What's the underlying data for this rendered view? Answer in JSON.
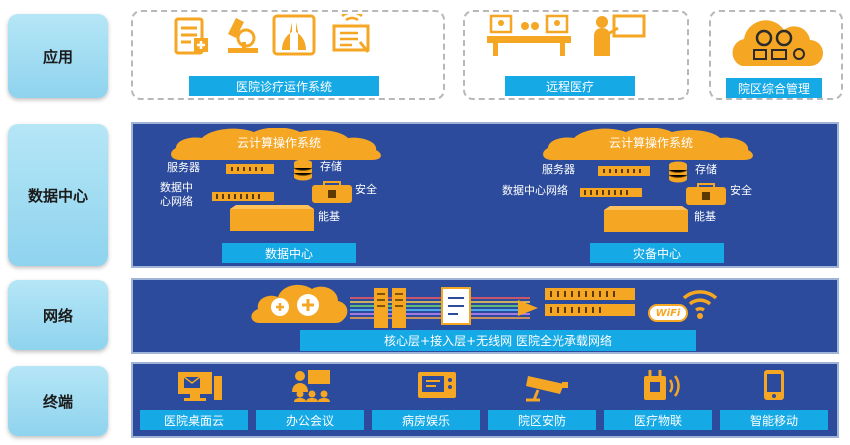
{
  "layers": {
    "app": "应用",
    "datacenter": "数据中心",
    "network": "网络",
    "terminal": "终端"
  },
  "app": {
    "group1_label": "医院诊疗运作系统",
    "group2_label": "远程医疗",
    "group3_label": "院区综合管理"
  },
  "datacenter": {
    "left": {
      "cloud": "云计算操作系统",
      "server": "服务器",
      "storage": "存储",
      "network": "数据中\n心网络",
      "security": "安全",
      "energy": "能基",
      "label": "数据中心"
    },
    "right": {
      "cloud": "云计算操作系统",
      "server": "服务器",
      "storage": "存储",
      "network": "数据中心网络",
      "security": "安全",
      "energy": "能基",
      "label": "灾备中心"
    }
  },
  "network": {
    "wifi_text": "WiFi",
    "label": "核心层+接入层+无线网  医院全光承载网络"
  },
  "terminal": {
    "items": [
      "医院桌面云",
      "办公会议",
      "病房娱乐",
      "院区安防",
      "医疗物联",
      "智能移动"
    ]
  },
  "colors": {
    "accent_orange": "#f5a623",
    "label_blue": "#15a9e6",
    "panel_navy": "#2c4b9c",
    "layer_blue": "#9fd9f0"
  }
}
